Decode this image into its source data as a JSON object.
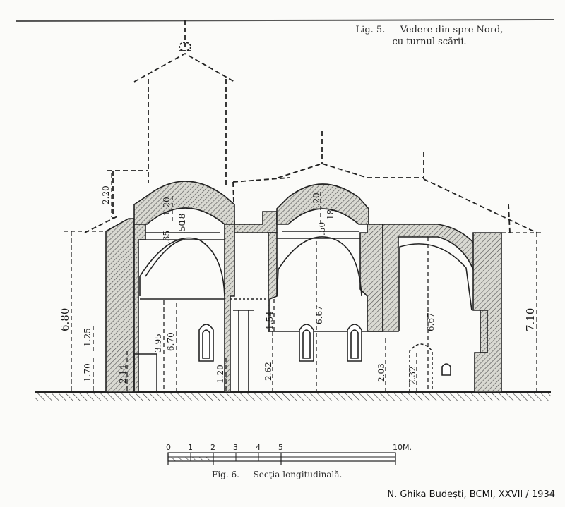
{
  "captions": {
    "fig5_line1": "Lig. 5. — Vedere din spre Nord,",
    "fig5_line2": "cu turnul scării.",
    "fig6": "Fig. 6. — Secţia longitudinală.",
    "credit": "N. Ghika Budeşti, BCMI, XXVII / 1934"
  },
  "dimensions": {
    "d220": "2.20",
    "d680": "6.80",
    "d125": "1.25",
    "d170": "1.70",
    "d214": "2.14",
    "d395": "3.95",
    "d670": "6.70",
    "d120_left": "1.20",
    "d120_dome1": "1.20",
    "d18_dome1": "18",
    "d50_dome1": ".50",
    "d35_dome1": ".35",
    "d262": "2.62",
    "d154": "1.54",
    "d667_nave": "6.67",
    "d120_dome2": "1.20",
    "d18_dome2": "18",
    "d50_dome2": ".50",
    "d203": "2.03",
    "d232": "2.32",
    "d667_altar": "6.67",
    "d710": "7.10"
  },
  "scale_bar": {
    "ticks": [
      "0",
      "1",
      "2",
      "3",
      "4",
      "5"
    ],
    "unit": "10M."
  },
  "colors": {
    "ink": "#222222",
    "paper": "#fbfbf9"
  }
}
